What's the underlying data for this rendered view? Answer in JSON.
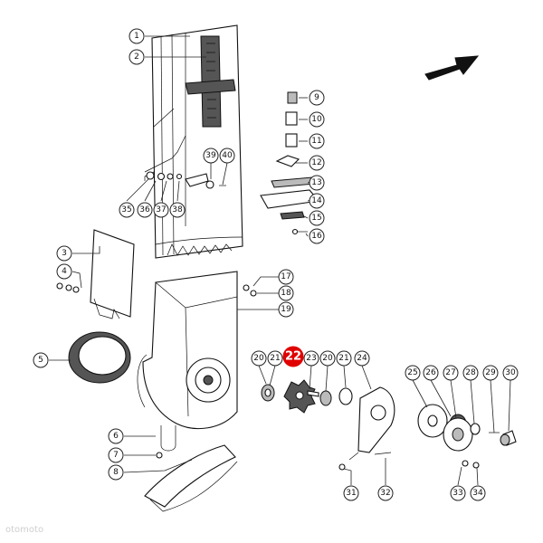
{
  "diagram": {
    "highlighted_part": "22",
    "watermark": "otomoto",
    "callouts": [
      "1",
      "2",
      "3",
      "4",
      "5",
      "6",
      "7",
      "8",
      "9",
      "10",
      "11",
      "12",
      "13",
      "14",
      "15",
      "16",
      "17",
      "18",
      "19",
      "20",
      "21",
      "22",
      "23",
      "24",
      "25",
      "26",
      "27",
      "28",
      "29",
      "30",
      "31",
      "32",
      "33",
      "34",
      "35",
      "36",
      "37",
      "38",
      "39",
      "40"
    ]
  }
}
